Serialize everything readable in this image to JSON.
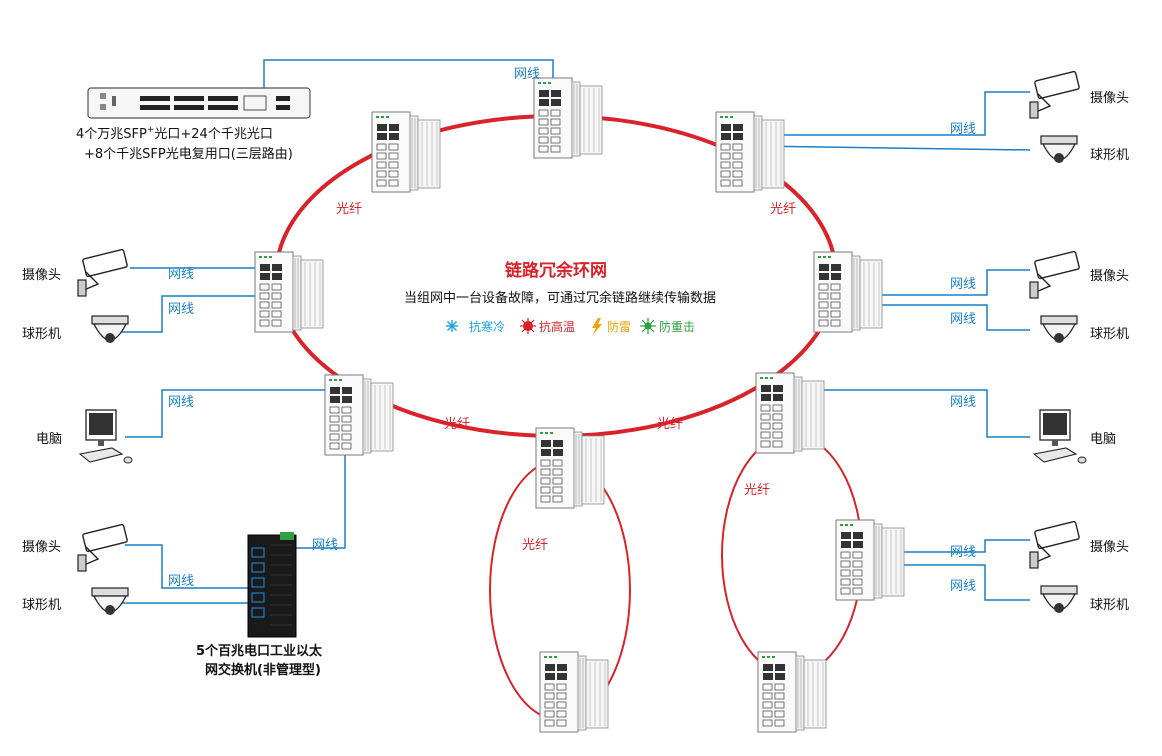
{
  "diagram": {
    "title": "链路冗余环网",
    "subtitle": "当组网中一台设备故障，可通过冗余链路继续传输数据",
    "features": [
      {
        "text": "抗寒冷",
        "color": "#19a3e0",
        "icon": "snowflake-icon"
      },
      {
        "text": "抗高温",
        "color": "#d8232a",
        "icon": "sun-icon"
      },
      {
        "text": "防雷",
        "color": "#f2a10a",
        "icon": "lightning-icon"
      },
      {
        "text": "防重击",
        "color": "#2ea043",
        "icon": "impact-icon"
      }
    ],
    "core_switch_caption": [
      "4个万兆SFP",
      "+",
      "光口+24个千兆光口",
      "+8个千兆SFP光电复用口(三层路由)"
    ],
    "unmanaged_switch_caption": [
      "5个百兆电口工业以太",
      "网交换机(非管理型)"
    ],
    "labels": {
      "network_cable": "网线",
      "fiber": "光纤",
      "camera": "摄像头",
      "dome": "球形机",
      "pc": "电脑"
    },
    "colors": {
      "fiber_ring": "#d8232a",
      "network_line": "#1a7fc6",
      "title": "#d8232a"
    }
  }
}
